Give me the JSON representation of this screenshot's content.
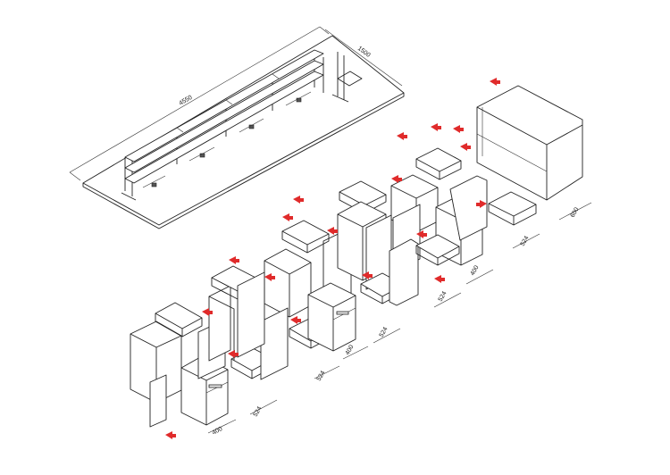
{
  "colors": {
    "line": "#222222",
    "arrow": "#e02b2b",
    "background": "#ffffff"
  },
  "dimensions": {
    "table_length": "4550",
    "table_width": "1500",
    "cab1_width": "400",
    "cab1_drawer": "524",
    "cab2_drawer": "524",
    "cab2_width": "400",
    "cab2_drawer_b": "524",
    "cab3_drawer": "524",
    "cab3_width": "400",
    "corner_drawer": "524",
    "corner_width": "600"
  }
}
